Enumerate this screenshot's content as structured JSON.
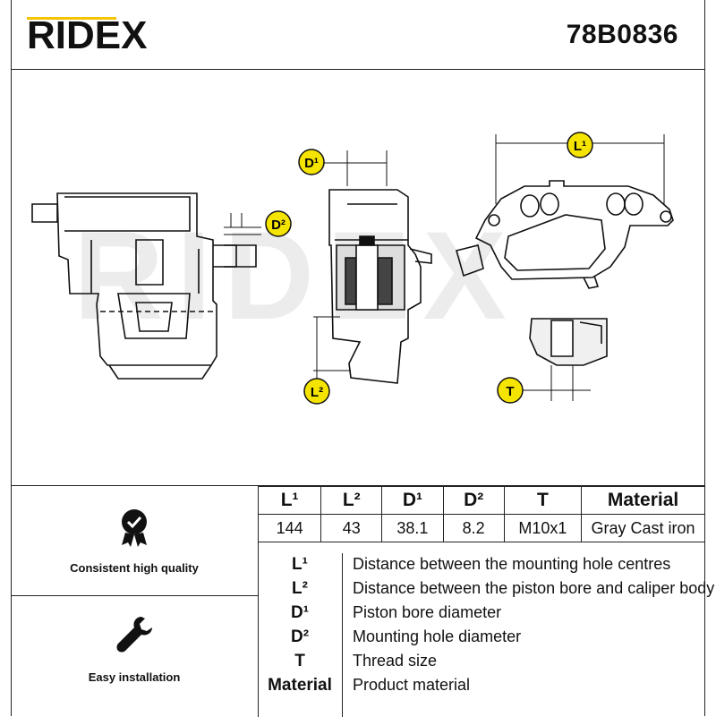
{
  "header": {
    "brand": "RIDEX",
    "part_number": "78B0836"
  },
  "watermark": "RIDEX",
  "drawing_labels": {
    "l1": "L¹",
    "l2": "L²",
    "d1": "D¹",
    "d2": "D²",
    "t": "T"
  },
  "features": [
    {
      "icon": "quality-badge-icon",
      "label": "Consistent high quality"
    },
    {
      "icon": "wrench-icon",
      "label": "Easy installation"
    }
  ],
  "spec_table": {
    "headers": [
      "L¹",
      "L²",
      "D¹",
      "D²",
      "T",
      "Material"
    ],
    "values": [
      "144",
      "43",
      "38.1",
      "8.2",
      "M10x1",
      "Gray Cast iron"
    ]
  },
  "legend": [
    {
      "abbr": "L¹",
      "desc": "Distance between the mounting hole centres"
    },
    {
      "abbr": "L²",
      "desc": "Distance between the piston bore and caliper body"
    },
    {
      "abbr": "D¹",
      "desc": "Piston bore diameter"
    },
    {
      "abbr": "D²",
      "desc": "Mounting hole diameter"
    },
    {
      "abbr": "T",
      "desc": "Thread size"
    },
    {
      "abbr": "Material",
      "desc": "Product material"
    }
  ],
  "colors": {
    "badge": "#f5e400",
    "line": "#111111",
    "watermark": "#e6e6e6"
  }
}
